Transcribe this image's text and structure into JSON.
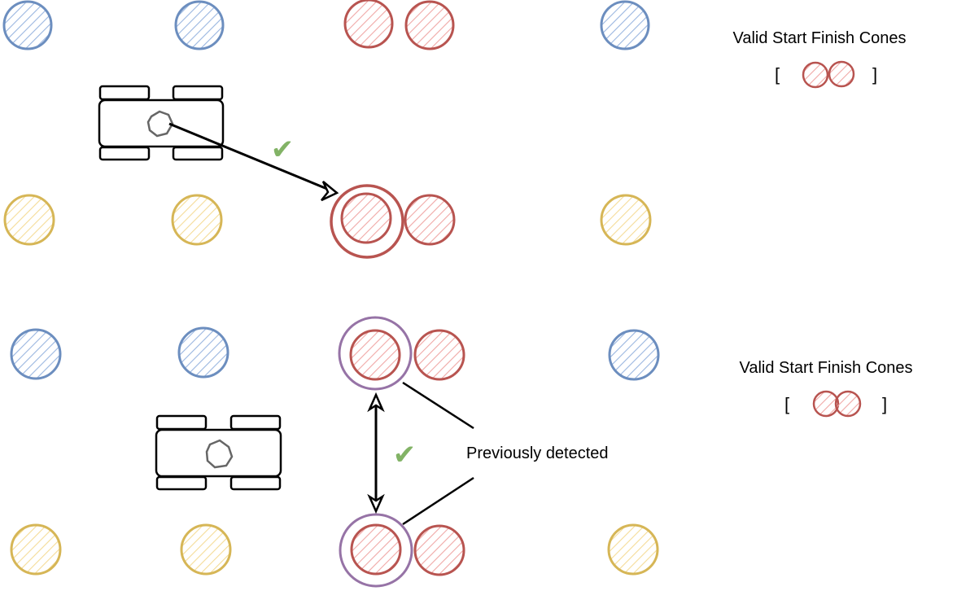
{
  "diagram": {
    "colors": {
      "blue": "#6c8ebf",
      "blue_fill": "#dae8fc",
      "red": "#b85450",
      "red_fill": "#f8cecc",
      "yellow": "#d6b656",
      "yellow_fill": "#fff2cc",
      "purple": "#9673a6",
      "green": "#82b366",
      "car": "#000000",
      "sensor": "#666666"
    },
    "scene_top": {
      "label": "Valid Start Finish Cones",
      "bracket_open": "[",
      "bracket_close": "]",
      "check": "✔"
    },
    "scene_bottom": {
      "label": "Valid Start Finish Cones",
      "bracket_open": "[",
      "bracket_close": "]",
      "check": "✔",
      "annotation": "Previously detected"
    }
  }
}
